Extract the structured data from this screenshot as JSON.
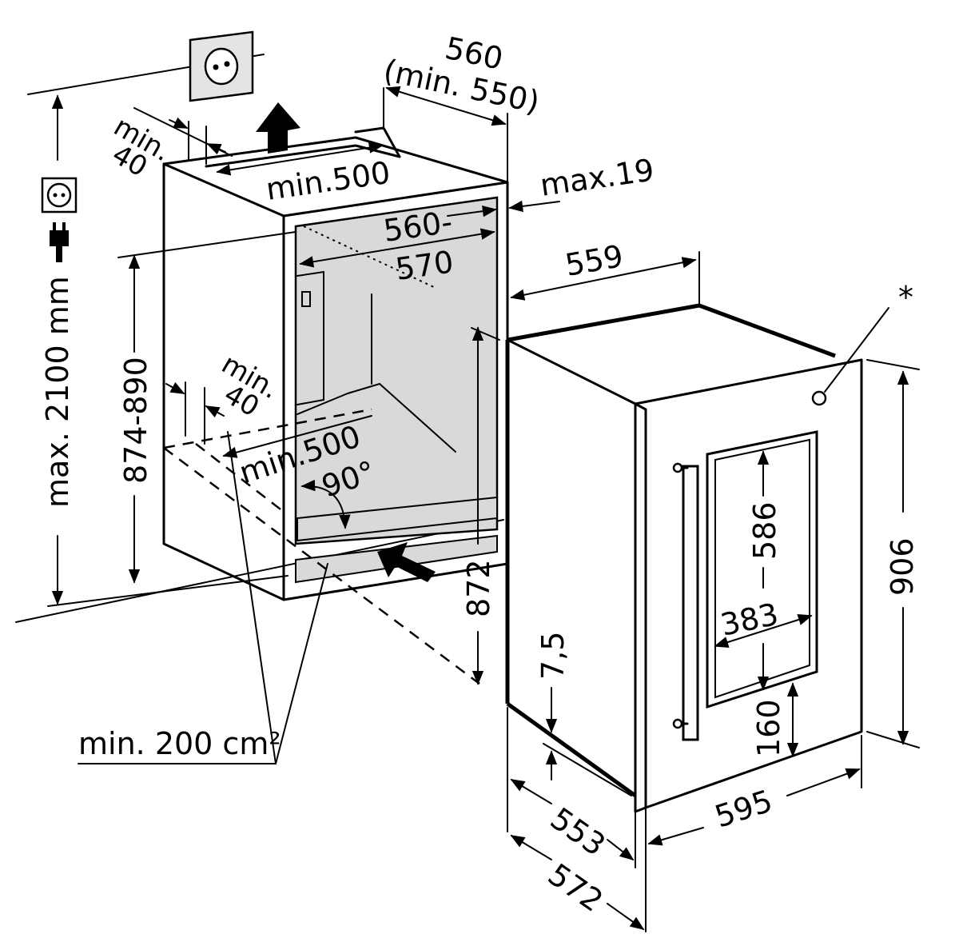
{
  "labels": {
    "niche_width": "560",
    "niche_width_min": "(min. 550)",
    "top_gap_min": "min.",
    "top_gap_value": "40",
    "top_vent_width": "min.500",
    "side_max": "max.19",
    "inner_width_a": "560-",
    "inner_width_b": "570",
    "appliance_width_top": "559",
    "max_height": "max. 2100 mm",
    "niche_height": "874-890",
    "bottom_gap_min": "min.",
    "bottom_gap_value": "40",
    "bottom_vent_width": "min.500",
    "door_angle": "90°",
    "appliance_height_body": "872",
    "plinth": "7,5",
    "vent_area": "min. 200 cm²",
    "asterisk": "*",
    "door_glass_height": "586",
    "door_glass_width": "383",
    "handle_bottom": "160",
    "appliance_height": "906",
    "depth_body": "553",
    "depth_total": "572",
    "appliance_width": "595"
  },
  "colors": {
    "line": "#000000",
    "niche_fill": "#d9d9d9",
    "background": "#ffffff"
  },
  "icons": [
    "socket-icon",
    "plug-icon",
    "ventilation-arrow-icon"
  ]
}
